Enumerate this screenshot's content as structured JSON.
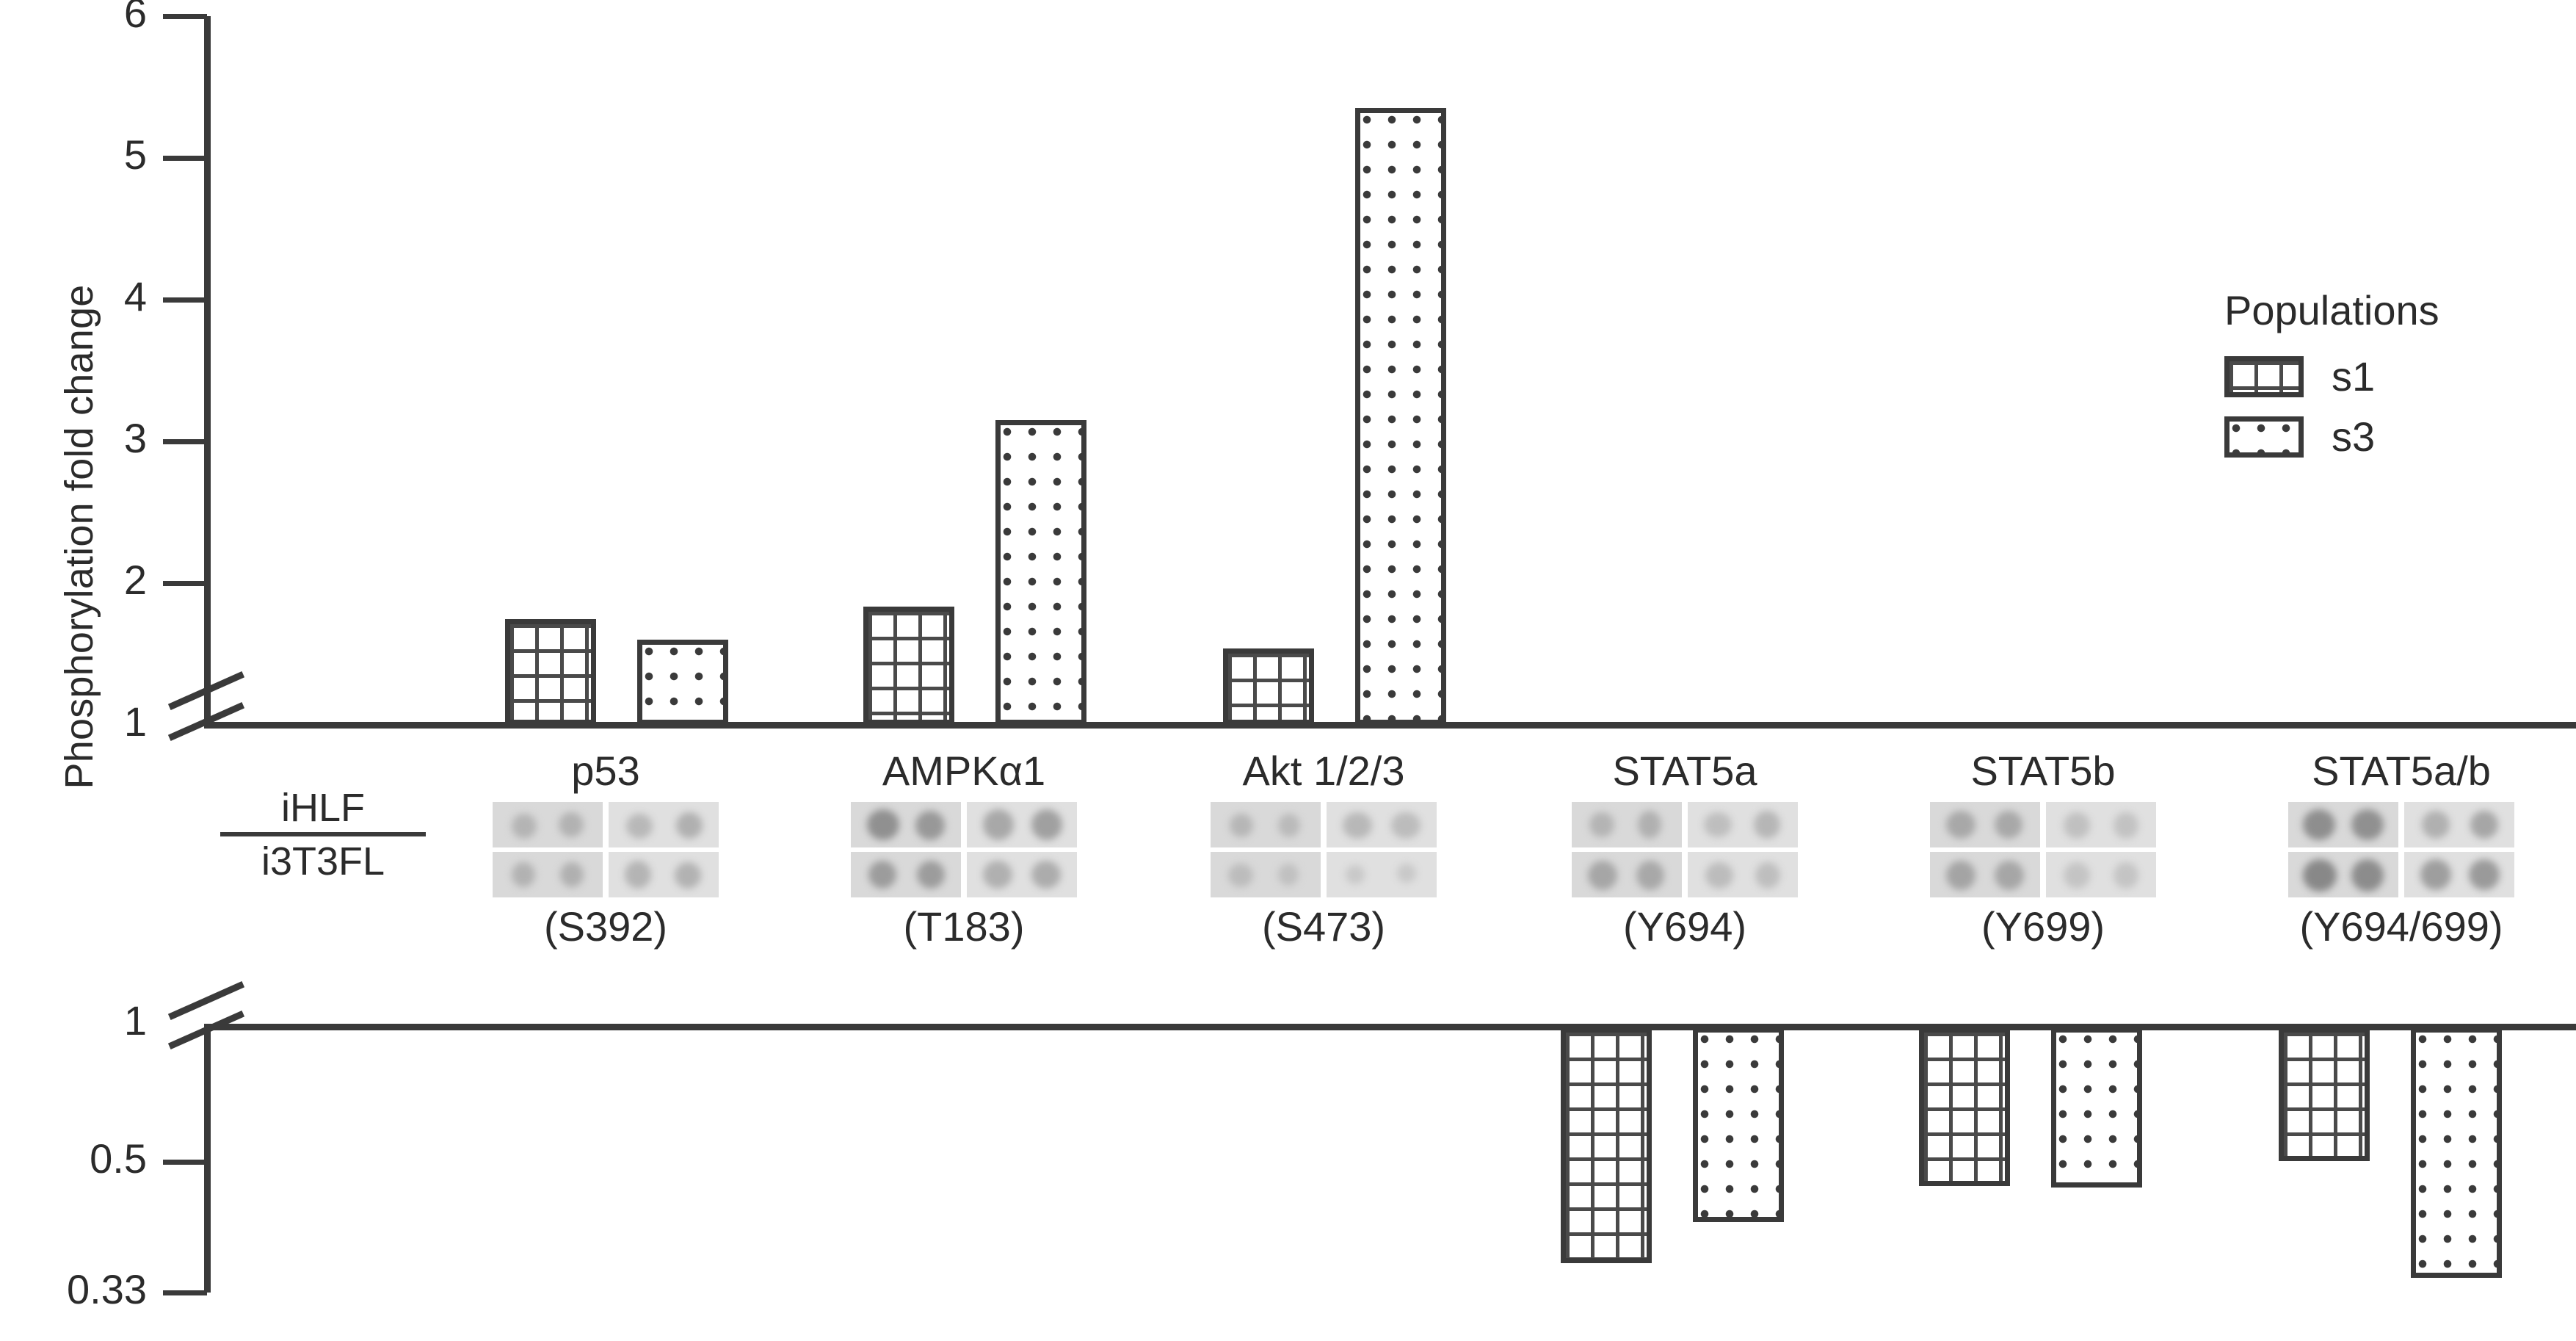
{
  "chart_data": {
    "type": "bar",
    "title": "",
    "ylabel": "Phosphorylation fold change",
    "xlabel": "",
    "grid": false,
    "legend_position": "top-right",
    "legend_title": "Populations",
    "series": [
      {
        "name": "s1",
        "pattern": "crosshatch",
        "values": [
          1.74,
          1.83,
          1.54,
          0.37,
          0.47,
          0.5
        ]
      },
      {
        "name": "s3",
        "pattern": "dotted",
        "values": [
          1.6,
          3.15,
          5.35,
          0.42,
          0.47,
          0.35
        ]
      }
    ],
    "categories": [
      "p53",
      "AMPKα1",
      "Akt 1/2/3",
      "STAT5a",
      "STAT5b",
      "STAT5a/b"
    ],
    "category_sites": [
      "(S392)",
      "(T183)",
      "(S473)",
      "(Y694)",
      "(Y699)",
      "(Y694/699)"
    ],
    "upper_axis": {
      "ylim": [
        1,
        6
      ],
      "ticks": [
        1,
        2,
        3,
        4,
        5,
        6
      ],
      "tick_labels": [
        "1",
        "2",
        "3",
        "4",
        "5",
        "6"
      ],
      "scale": "linear",
      "axis_break_at": 1
    },
    "lower_axis": {
      "ylim": [
        0.33,
        1
      ],
      "ticks": [
        1,
        0.5,
        0.33
      ],
      "tick_labels": [
        "1",
        "0.5",
        "0.33"
      ],
      "scale": "log-inverted",
      "axis_break_at": 1
    },
    "notes": "Upper panel shows fold-change > 1 (bars rise from the 1 baseline). Lower panel shows fold-change < 1 (bars hang down from the 1 baseline). Only p53, AMPKα1 and Akt 1/2/3 have upper bars; only STAT5a, STAT5b and STAT5a/b have lower bars."
  },
  "y_axis_label": "Phosphorylation fold change",
  "upper_ticks": [
    {
      "value": 6,
      "label": "6"
    },
    {
      "value": 5,
      "label": "5"
    },
    {
      "value": 4,
      "label": "4"
    },
    {
      "value": 3,
      "label": "3"
    },
    {
      "value": 2,
      "label": "2"
    },
    {
      "value": 1,
      "label": "1"
    }
  ],
  "lower_ticks": [
    {
      "value": 1,
      "label": "1"
    },
    {
      "value": 0.5,
      "label": "0.5"
    },
    {
      "value": 0.33,
      "label": "0.33"
    }
  ],
  "legend": {
    "title": "Populations",
    "items": [
      {
        "label": "s1",
        "pattern": "crosshatch"
      },
      {
        "label": "s3",
        "pattern": "dotted"
      }
    ]
  },
  "fraction_label": {
    "numerator": "iHLF",
    "denominator": "i3T3FL"
  },
  "groups": [
    {
      "name": "p53",
      "site": "(S392)"
    },
    {
      "name": "AMPKα1",
      "site": "(T183)"
    },
    {
      "name": "Akt 1/2/3",
      "site": "(S473)"
    },
    {
      "name": "STAT5a",
      "site": "(Y694)"
    },
    {
      "name": "STAT5b",
      "site": "(Y699)"
    },
    {
      "name": "STAT5a/b",
      "site": "(Y694/699)"
    }
  ]
}
